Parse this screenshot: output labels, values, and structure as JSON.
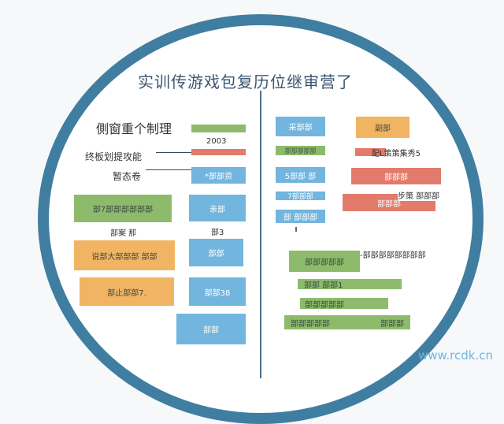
{
  "title": "实训传游戏包复历位继审营了",
  "colors": {
    "ring": "#3f7ea1",
    "green": "#8dbb6b",
    "red": "#e27b6b",
    "blue": "#72b5de",
    "orange": "#f1b463"
  },
  "left": {
    "heading": "側窗重个制理",
    "year": "2003",
    "label_1": "终板划提攻能",
    "label_2": "暂态卷",
    "bar_blue": "*部部资",
    "green_box": "部7部部部部部部",
    "caption_1": "部案 那",
    "orange_box_1": "说部大部部部 部部",
    "orange_box_2": "部止部部7.",
    "blue_boxes": [
      "亲部",
      "部部",
      "部部38",
      "部部"
    ],
    "caption_2": "部3"
  },
  "right": {
    "blue_1": "采部部",
    "orange_1": "副部",
    "green_small": "部部部部部",
    "red_small_text": "配L策策集秀5",
    "blue_2": "5部部 部",
    "red_1": "部部部",
    "blue_3": "7部部部",
    "side_text_1": "步策 部部部",
    "red_2": "部部部",
    "blue_4": "部 部部部",
    "green_1": "部部部部部",
    "side_text_2": "-部部部部部部部部",
    "green_2": "部部 部部1",
    "green_3": "部部部部部",
    "green_4": "部部部部部",
    "green_4_right": "部部部"
  },
  "watermark": "www.rcdk.cn"
}
